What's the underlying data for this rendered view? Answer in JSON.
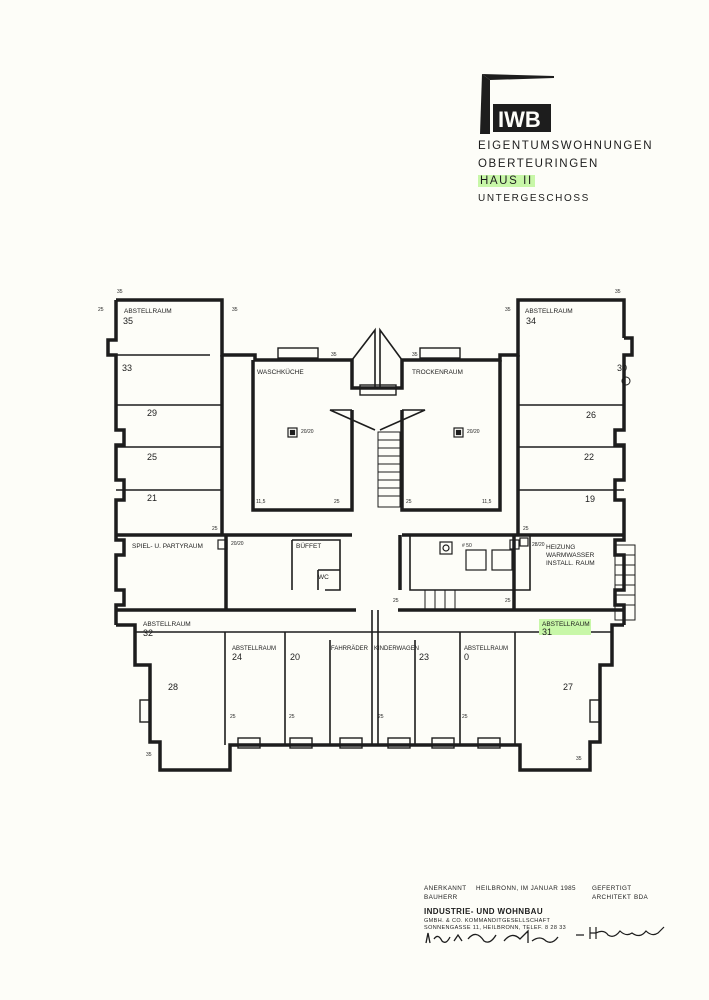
{
  "title_block": {
    "logo_text": "IWB",
    "line1": "EIGENTUMSWOHNUNGEN",
    "line2": "OBERTEURINGEN",
    "line3": "HAUS II",
    "line4": "UNTERGESCHOSS"
  },
  "colors": {
    "ink": "#1d1d1d",
    "highlight": "#c8f7a8",
    "paper": "#fdfdf8"
  },
  "rooms": {
    "abstellraum35": "ABSTELLRAUM",
    "n35": "35",
    "n33": "33",
    "n29": "29",
    "n25": "25",
    "n21": "21",
    "waschkueche": "WASCHKÜCHE",
    "trockenraum": "TROCKENRAUM",
    "abstellraum34": "ABSTELLRAUM",
    "n34": "34",
    "n30": "30",
    "n26": "26",
    "n22": "22",
    "n19": "19",
    "partyraum": "SPIEL- U. PARTYRAUM",
    "buffet": "BÜFFET",
    "wc": "WC",
    "heizung1": "HEIZUNG",
    "heizung2": "WARMWASSER",
    "heizung3": "INSTALL. RAUM",
    "abstellraum32": "ABSTELLRAUM",
    "n32": "32",
    "abstellraum31": "ABSTELLRAUM",
    "n31": "31",
    "abstellraum24": "ABSTELLRAUM",
    "n24": "24",
    "n20": "20",
    "fahrraeder": "FAHRRÄDER",
    "kinderwagen": "KINDERWAGEN",
    "n23": "23",
    "abstellraum0": "ABSTELLRAUM",
    "n0": "0",
    "n28": "28",
    "n27": "27"
  },
  "dims": {
    "d35": "35",
    "d25": "25",
    "d20_20": "20/20",
    "d11_5": "11,5",
    "d50": "# 50",
    "d28_20": "28/20",
    "d50b": "50"
  },
  "footer": {
    "anerkannt": "ANERKANNT",
    "ort": "HEILBRONN, IM JANUAR 1985",
    "gefertigt": "GEFERTIGT",
    "bauherr": "BAUHERR",
    "architekt": "ARCHITEKT",
    "bda": "BDA",
    "firma1": "INDUSTRIE- UND WOHNBAU",
    "firma2": "GMBH. & CO. KOMMANDITGESELLSCHAFT",
    "firma3": "SONNENGASSE 11, HEILBRONN, TELEF. 8 28 33"
  }
}
